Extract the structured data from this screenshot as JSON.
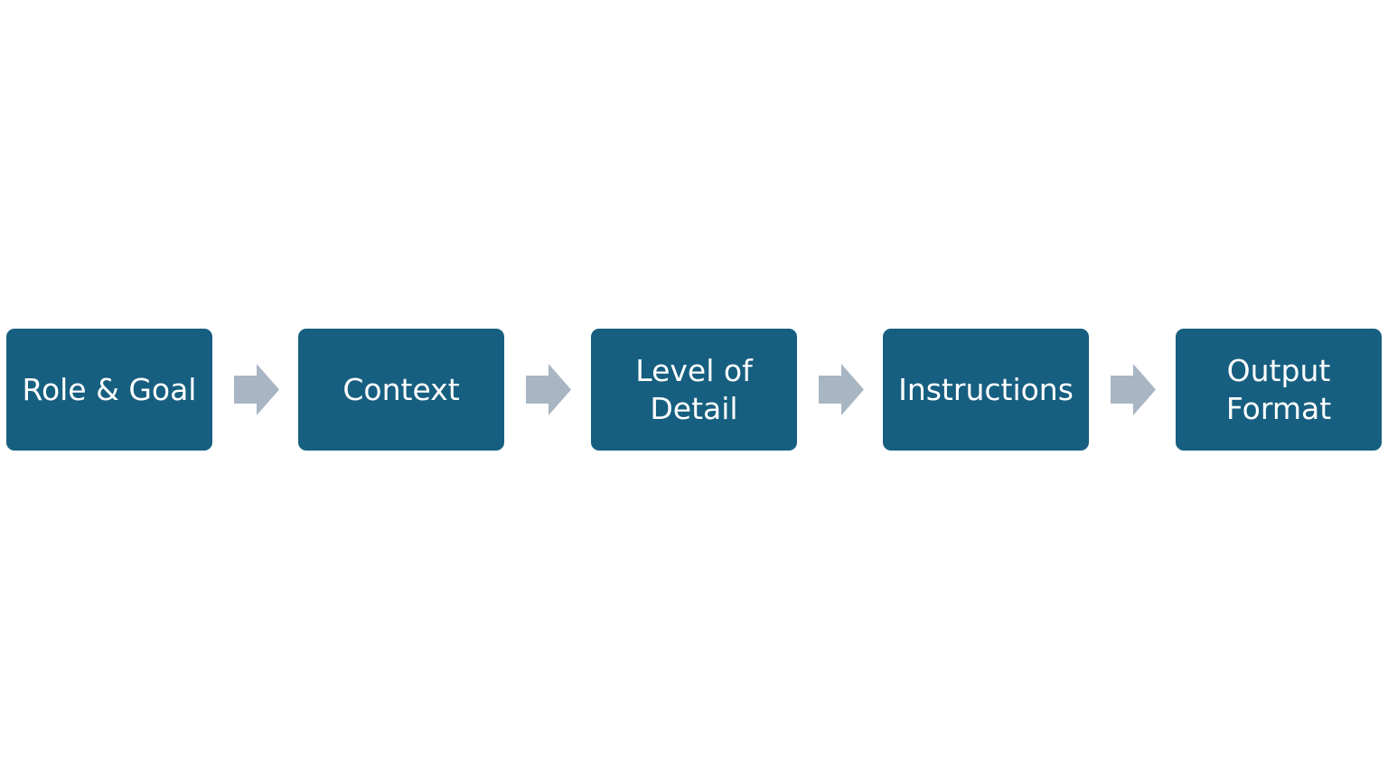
{
  "diagram": {
    "colors": {
      "box_fill": "#175f80",
      "box_text": "#ffffff",
      "arrow_fill": "#a8b5c2",
      "background": "#ffffff"
    },
    "steps": [
      {
        "label": "Role & Goal"
      },
      {
        "label": "Context"
      },
      {
        "label": "Level of\nDetail"
      },
      {
        "label": "Instructions"
      },
      {
        "label": "Output\nFormat"
      }
    ],
    "connector_icon": "right-block-arrow-icon"
  }
}
